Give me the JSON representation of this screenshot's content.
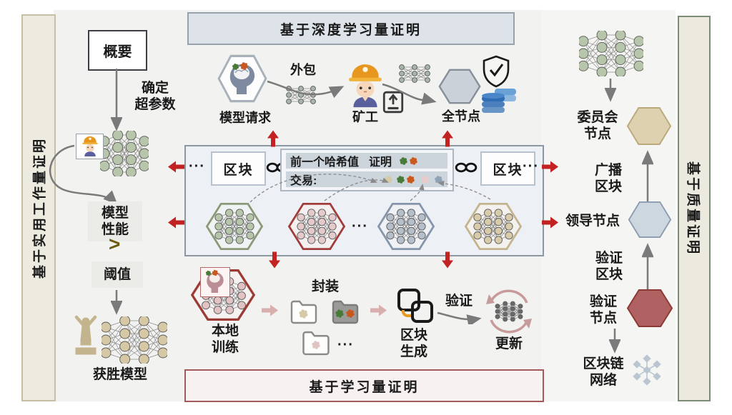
{
  "banners": {
    "top": "基于深度学习量证明",
    "bottom": "基于学习量证明",
    "left": "基于实用工作量证明",
    "right": "基于质量证明"
  },
  "left_flow": {
    "summary": "概要",
    "hyperparams": "确定\n超参数",
    "performance": "模型\n性能",
    "gt": ">",
    "threshold": "阈值",
    "winner_label": "获胜模型"
  },
  "top_flow": {
    "request": "模型请求",
    "outsource": "外包",
    "miner": "矿工",
    "full_node": "全节点"
  },
  "middle": {
    "dots": "···",
    "block": "区块",
    "prev_hash": "前一个哈希值",
    "proof": "证明",
    "tx": "交易:"
  },
  "bottom_flow": {
    "local": "本地\n训练",
    "pack": "封装",
    "dots": "···",
    "gen": "区块\n生成",
    "verify": "验证",
    "update": "更新"
  },
  "right_flow": {
    "committee": "委员会\n节点",
    "broadcast": "广播\n区块",
    "leader": "领导节点",
    "verify_block": "验证\n区块",
    "verify_node": "验证\n节点",
    "network": "区块链\n网络"
  },
  "colors": {
    "red_arrow": "#c32222",
    "pink_arrow": "#d9aeae",
    "green_node": "#b7c6aa",
    "tan_node": "#d6c8a4",
    "pink_node": "#e2c2c2",
    "blue_node": "#b4bfca",
    "gear_green": "#4a7a3a",
    "gear_orange": "#c8581e",
    "gear_tan": "#d6c9a8",
    "gear_pink": "#e8cccc",
    "gear_blue": "#8fa3b8",
    "banner_top_bg": "#dde3e9",
    "banner_bottom_border": "#a25a5a",
    "db_blue": "#2e6cb4"
  }
}
